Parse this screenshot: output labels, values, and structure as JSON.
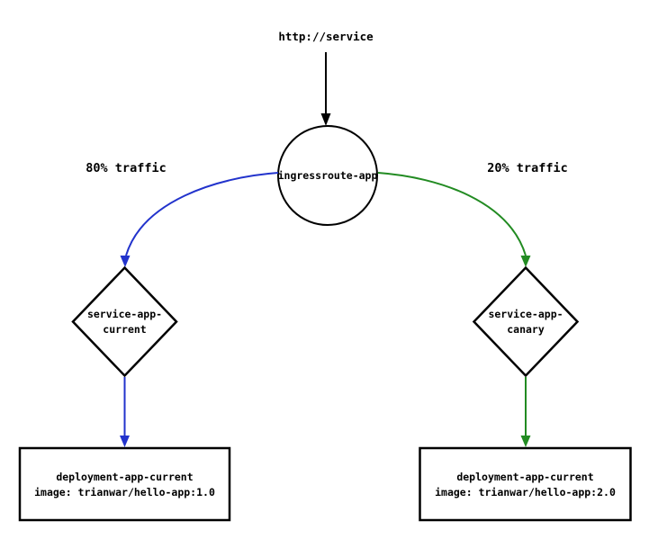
{
  "diagram": {
    "source_label": "http://service",
    "ingress": {
      "label": "ingressroute-app"
    },
    "edges": {
      "current_traffic_label": "80% traffic",
      "canary_traffic_label": "20% traffic"
    },
    "services": {
      "current": {
        "line1": "service-app-",
        "line2": "current"
      },
      "canary": {
        "line1": "service-app-",
        "line2": "canary"
      }
    },
    "deployments": {
      "current": {
        "line1": "deployment-app-current",
        "line2": "image: trianwar/hello-app:1.0"
      },
      "canary": {
        "line1": "deployment-app-current",
        "line2": "image: trianwar/hello-app:2.0"
      }
    },
    "colors": {
      "current": "#2233cc",
      "canary": "#228B22",
      "line": "#000000",
      "background": "#ffffff"
    }
  }
}
